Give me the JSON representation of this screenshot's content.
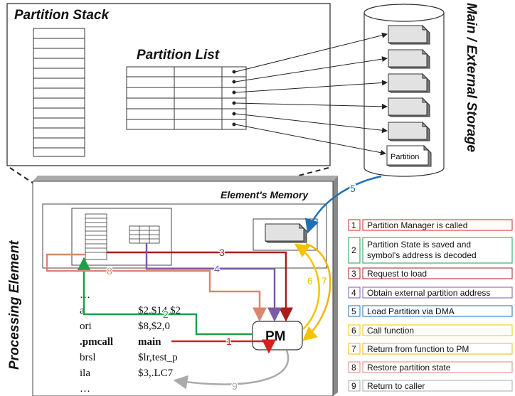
{
  "titles": {
    "partition_stack": "Partition Stack",
    "partition_list": "Partition List",
    "main_storage": "Main / External Storage",
    "processing_element": "Processing Element",
    "elements_memory": "Element's Memory",
    "pm": "PM",
    "partition_label": "Partition"
  },
  "code_lines": [
    {
      "op": "…",
      "arg": ""
    },
    {
      "op": "a",
      "arg": "$2,$14,$2"
    },
    {
      "op": "ori",
      "arg": "$8,$2,0"
    },
    {
      "op": ".pmcall",
      "arg": "main"
    },
    {
      "op": "brsl",
      "arg": "$lr,test_p"
    },
    {
      "op": "ila",
      "arg": "$3,.LC7"
    },
    {
      "op": "…",
      "arg": ""
    }
  ],
  "legend": [
    {
      "num": "1",
      "color": "#d62020",
      "lines": [
        "Partition Manager is called"
      ]
    },
    {
      "num": "2",
      "color": "#1f9e4b",
      "lines": [
        "Partition State is saved and",
        "symbol's address is decoded"
      ]
    },
    {
      "num": "3",
      "color": "#a81c1c",
      "lines": [
        "Request to load"
      ]
    },
    {
      "num": "4",
      "color": "#7b5aa6",
      "lines": [
        "Obtain external partition address"
      ]
    },
    {
      "num": "5",
      "color": "#1f6fb5",
      "lines": [
        "Load Partition via DMA"
      ]
    },
    {
      "num": "6",
      "color": "#f2c400",
      "lines": [
        "Call function"
      ]
    },
    {
      "num": "7",
      "color": "#f5b400",
      "lines": [
        "Return from function to PM"
      ]
    },
    {
      "num": "8",
      "color": "#d98870",
      "lines": [
        "Restore partition state"
      ]
    },
    {
      "num": "9",
      "color": "#aaaaaa",
      "lines": [
        "Return to caller"
      ]
    }
  ],
  "arrow_labels": {
    "a1": "1",
    "a2": "2",
    "a3": "3",
    "a4": "4",
    "a5": "5",
    "a6": "6",
    "a7": "7",
    "a8": "8",
    "a9": "9"
  },
  "colors": {
    "red": "#d62020",
    "green": "#1f9e4b",
    "darkred": "#a81c1c",
    "purple": "#7b5aa6",
    "blue": "#1f6fb5",
    "yellow": "#f2c400",
    "orange": "#f5b400",
    "salmon": "#d98870",
    "gray": "#aaaaaa"
  }
}
